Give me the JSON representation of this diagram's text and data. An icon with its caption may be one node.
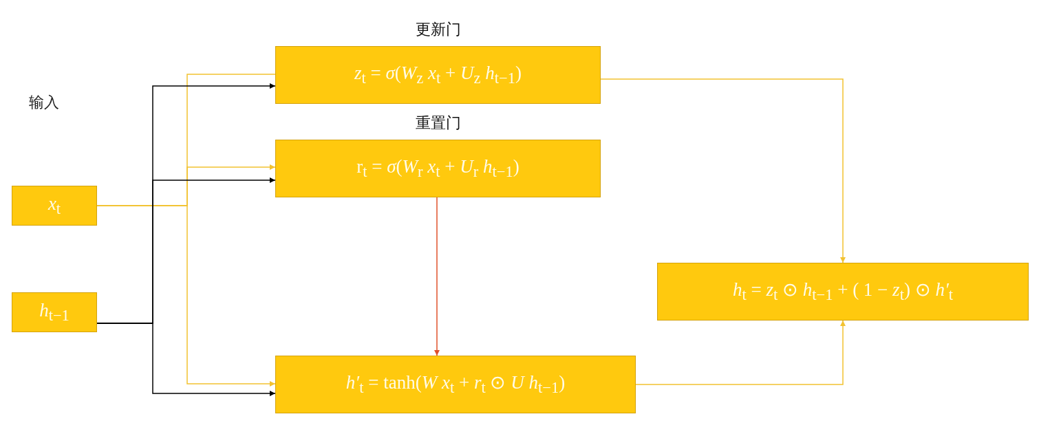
{
  "diagram": {
    "nodes": [
      {
        "text": [
          "*x*$_{t}$"
        ]
      },
      {
        "text": [
          "*h*$_{t−1}$"
        ]
      },
      {
        "text": [
          "更新门",
          "*z*$_{t}$ = *σ*(*W*$_{z}$ *x*$_{t}$ + *U*$_{z}$ *h*$_{t−1}$)"
        ]
      },
      {
        "text": [
          "重置门",
          "r$_{t}$ = *σ*(*W*$_{r}$ *x*$_{t}$ + *U*$_{r}$ *h*$_{t−1}$)"
        ]
      },
      {
        "text": [
          "*h′*$_{t}$ = tanh(*W* *x*$_{t}$ + *r*$_{t}$ ⊙ *U* *h*$_{t−1}$)"
        ]
      },
      {
        "text": [
          "*h*$_{t}$ = *z*$_{t}$ ⊙ *h*$_{t−1}$ + ( 1 − *z*$_{t}$) ⊙ *h′*$_{t}$"
        ]
      }
    ],
    "edges": [
      {
        "from": 0,
        "to": 2,
        "arrow": "none"
      },
      {
        "from": 0,
        "to": 3,
        "arrow": "to"
      },
      {
        "from": 0,
        "to": 4,
        "arrow": "to"
      },
      {
        "from": 1,
        "to": 2,
        "arrow": "to",
        "color": "#000000"
      },
      {
        "from": 1,
        "to": 3,
        "arrow": "to",
        "color": "#000000"
      },
      {
        "from": 1,
        "to": 4,
        "arrow": "to",
        "color": "#000000"
      },
      {
        "from": 3,
        "to": 4,
        "arrow": "to",
        "color": "#e0502a"
      },
      {
        "from": 2,
        "to": 5,
        "arrow": "to"
      },
      {
        "from": 4,
        "to": 5,
        "arrow": "to"
      }
    ],
    "labels": [
      "输入"
    ]
  }
}
